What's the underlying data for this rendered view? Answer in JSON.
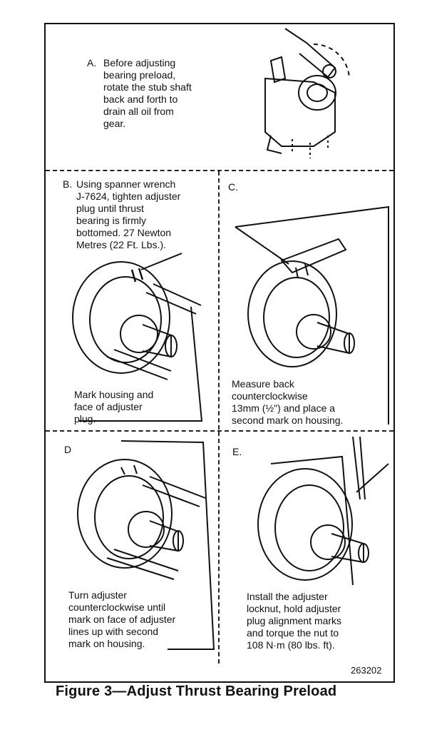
{
  "panels": {
    "a": {
      "letter": "A.",
      "text": "Before adjusting\nbearing preload,\nrotate the stub shaft\nback and forth to\ndrain all oil from\ngear."
    },
    "b": {
      "letter": "B.",
      "text": "Using spanner wrench\nJ-7624, tighten adjuster\nplug until thrust\nbearing is firmly\nbottomed. 27 Newton\nMetres (22 Ft. Lbs.).",
      "caption": "Mark housing and\nface of adjuster\nplug."
    },
    "c": {
      "letter": "C.",
      "caption": "Measure back\ncounterclockwise\n13mm (½\") and place a\nsecond mark on housing."
    },
    "d": {
      "letter": "D",
      "caption": "Turn adjuster\ncounterclockwise until\nmark on face of adjuster\nlines up with second\nmark on housing."
    },
    "e": {
      "letter": "E.",
      "caption": "Install the adjuster\nlocknut, hold adjuster\nplug alignment marks\nand torque the nut to\n108 N·m (80 lbs. ft)."
    }
  },
  "figure_number": "263202",
  "figure_title": "Figure 3—Adjust Thrust Bearing Preload"
}
